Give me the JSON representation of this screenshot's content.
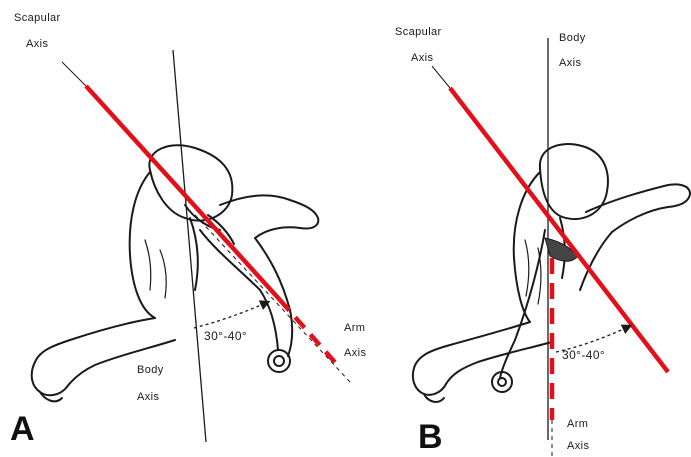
{
  "colors": {
    "ink": "#1a1a1a",
    "scapular_axis": "#e3101a",
    "background": "#ffffff"
  },
  "panel_a": {
    "letter": "A",
    "scapular_axis_label": [
      "Scapular",
      "Axis"
    ],
    "body_axis_label": [
      "Body",
      "Axis"
    ],
    "arm_axis_label": [
      "Arm",
      "Axis"
    ],
    "angle_label": "30°-40°"
  },
  "panel_b": {
    "letter": "B",
    "scapular_axis_label": [
      "Scapular",
      "Axis"
    ],
    "body_axis_label": [
      "Body",
      "Axis"
    ],
    "arm_axis_label": [
      "Arm",
      "Axis"
    ],
    "angle_label": "30°-40°"
  }
}
